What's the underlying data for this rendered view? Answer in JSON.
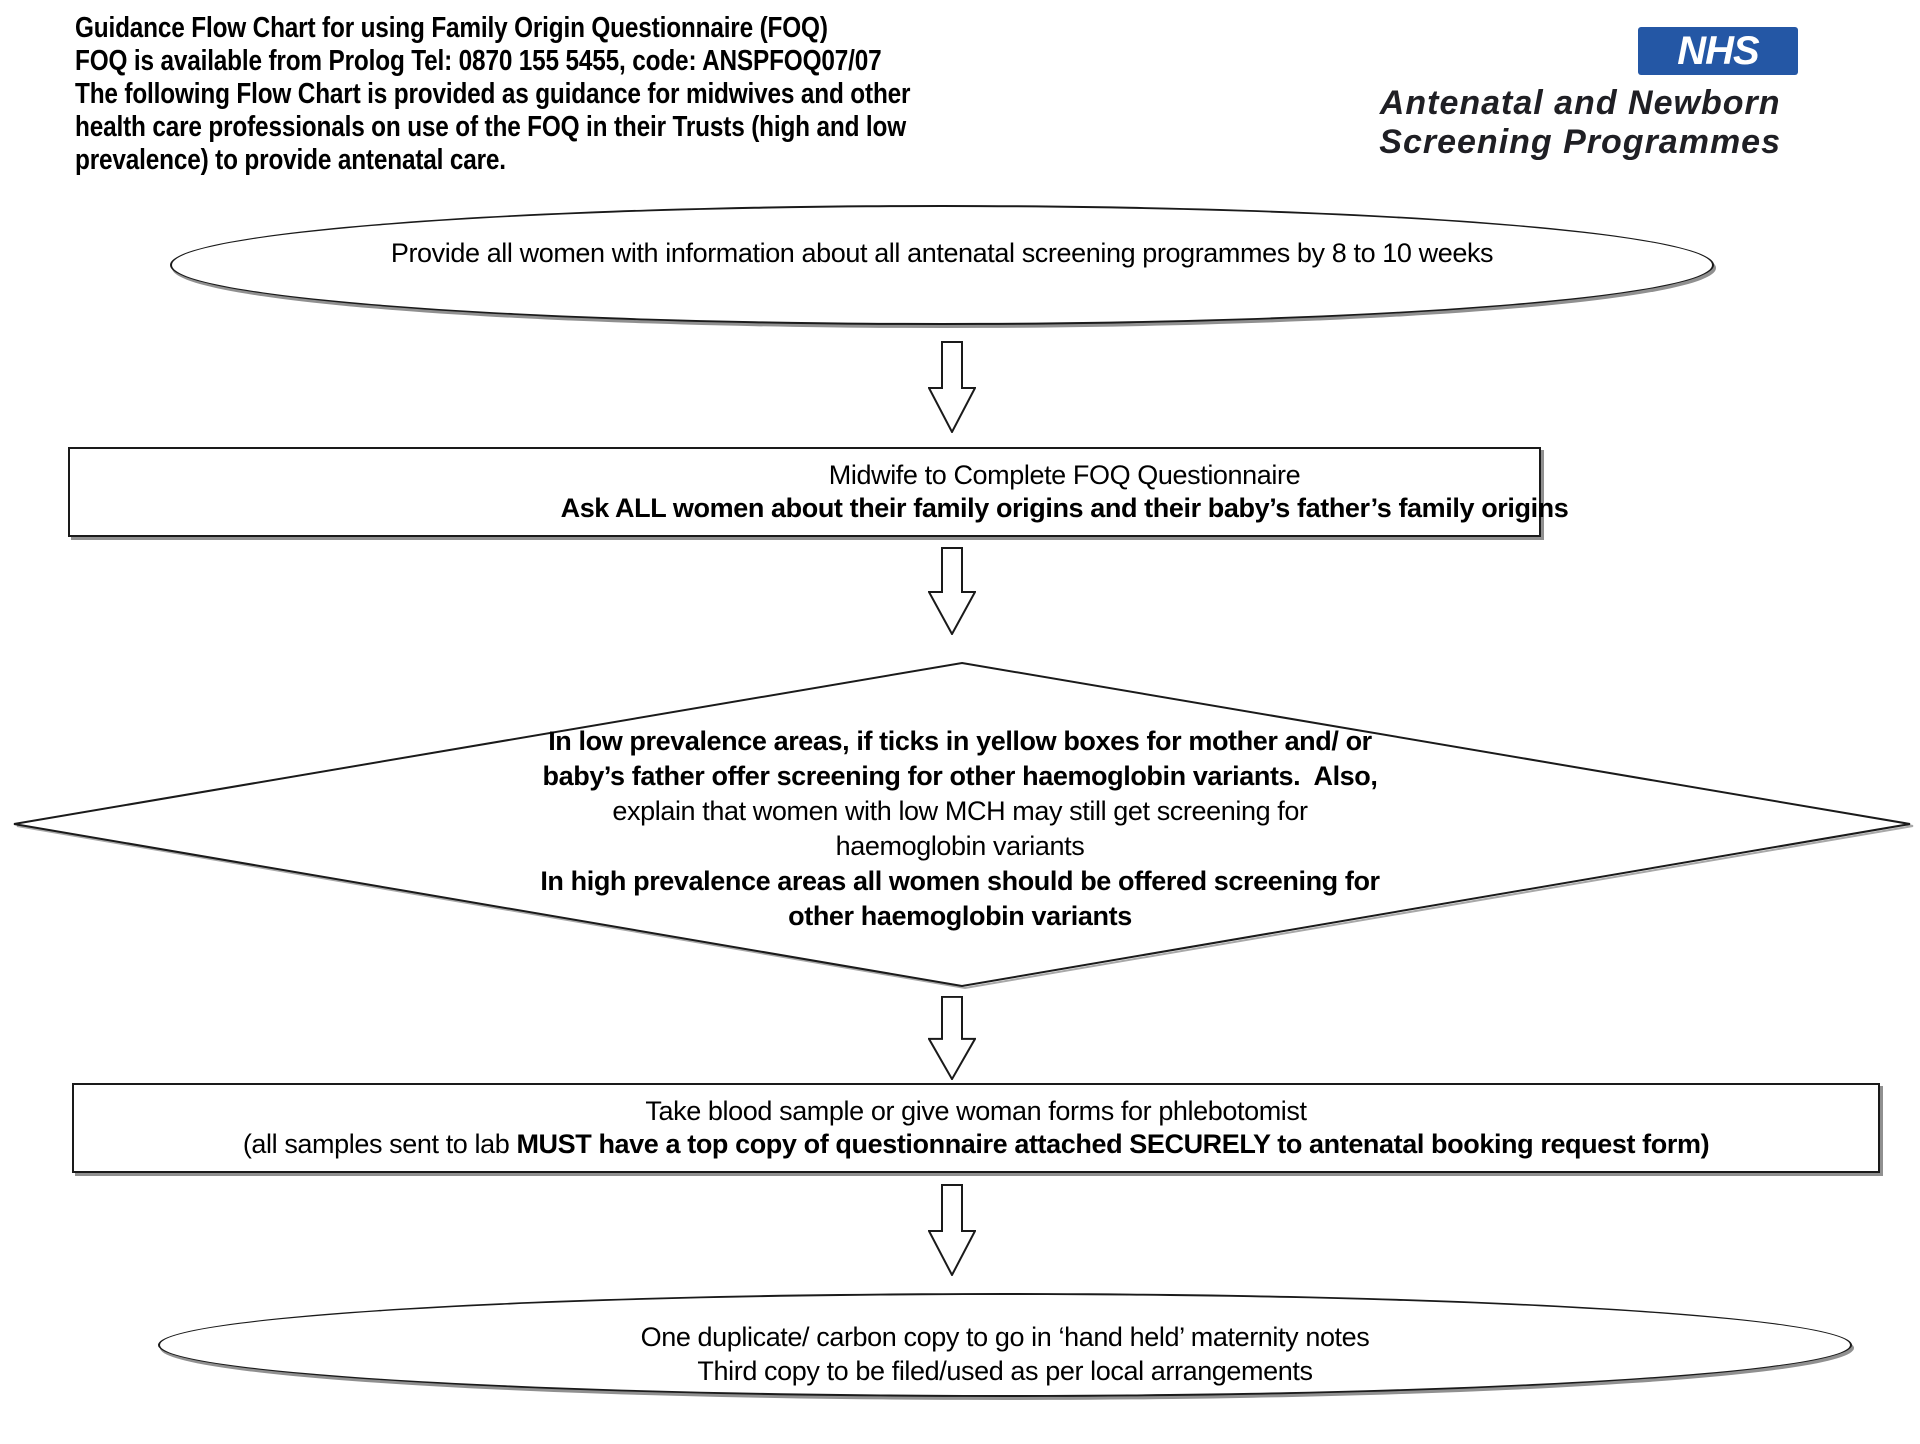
{
  "title_block": {
    "lines": [
      "Guidance Flow Chart for using Family Origin Questionnaire (FOQ)",
      "FOQ is available from Prolog Tel: 0870 155 5455, code: ANSPFOQ07/07",
      "The following Flow Chart is provided as guidance for midwives and other",
      "health care professionals on use of the FOQ in their Trusts (high and low",
      "prevalence) to provide antenatal care."
    ]
  },
  "branding": {
    "nhs_logo_label": "NHS",
    "nhs_blue": "#2457a5",
    "programme_color": "#1f1f24",
    "programme_line1": "Antenatal and Newborn",
    "programme_line2": "Screening Programmes"
  },
  "flowchart": {
    "start_ellipse": {
      "text": "Provide all women with information about all antenatal screening programmes by 8 to 10 weeks"
    },
    "midwife_box": {
      "line1": "Midwife to Complete FOQ Questionnaire",
      "line2": "Ask ALL women about their family origins and their baby’s father’s family origins"
    },
    "decision_diamond": {
      "line1": "In low prevalence areas, if ticks in yellow boxes for mother and/ or",
      "line2": "baby’s father offer screening for other haemoglobin variants.  Also,",
      "line3": "explain that women with low MCH may still get screening for",
      "line4": "haemoglobin variants",
      "line5": "In high prevalence areas all women should be offered screening for",
      "line6": "other haemoglobin variants"
    },
    "blood_sample_box": {
      "line1": "Take blood sample or give woman forms for phlebotomist",
      "line2_prefix": "(all samples sent to lab ",
      "line2_bold": "MUST have a top copy of questionnaire attached SECURELY to antenatal booking request form)"
    },
    "end_ellipse": {
      "line1": "One duplicate/ carbon copy to go in ‘hand held’ maternity notes",
      "line2": "Third copy to be filed/used as per local arrangements"
    }
  }
}
